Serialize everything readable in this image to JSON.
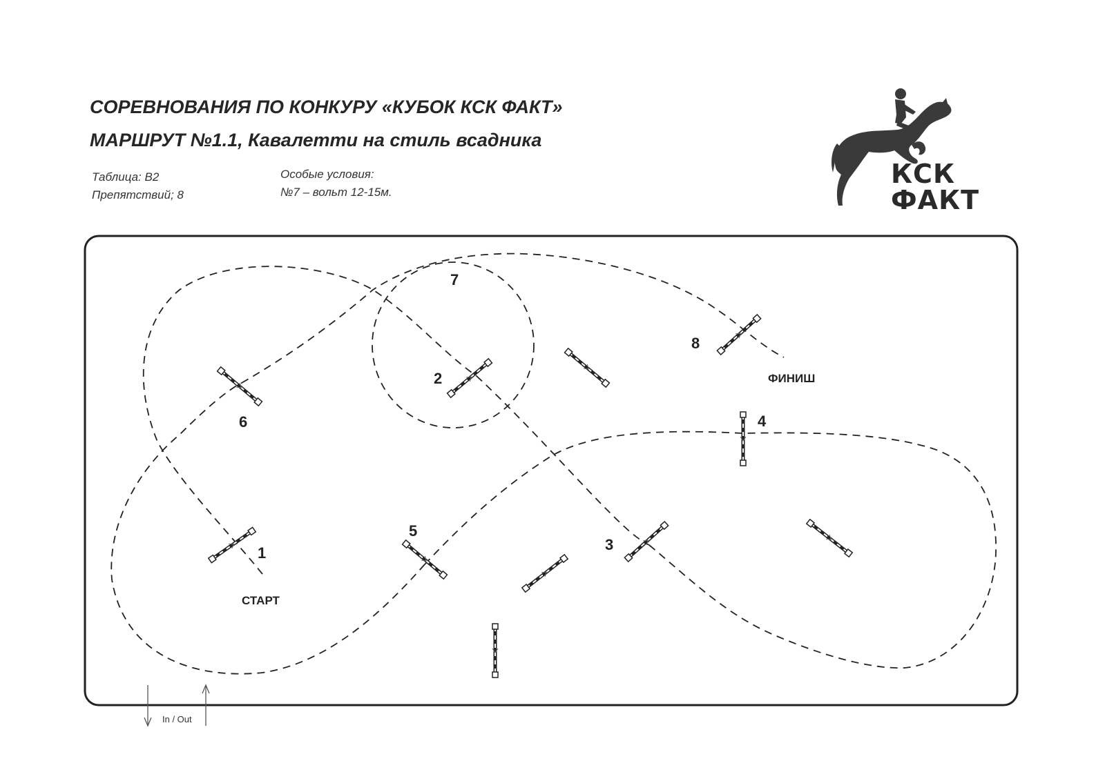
{
  "header": {
    "title_line1": "СОРЕВНОВАНИЯ ПО КОНКУРУ «КУБОК КСК ФАКТ»",
    "title_line2": "МАРШРУТ №1.1, Кавалетти на стиль всадника"
  },
  "info": {
    "table": "Таблица: В2",
    "obstacles": "Препятствий; 8",
    "special_title": "Особые условия:",
    "special_text": "№7 – вольт 12-15м."
  },
  "logo": {
    "line1": "КСК",
    "line2": "ФАКТ",
    "icon": "show-jumping-horse-icon"
  },
  "arena": {
    "start_label": "СТАРТ",
    "finish_label": "ФИНИШ",
    "gate_label": "In / Out",
    "obstacle_numbers": [
      "1",
      "2",
      "3",
      "4",
      "5",
      "6",
      "7",
      "8"
    ]
  }
}
